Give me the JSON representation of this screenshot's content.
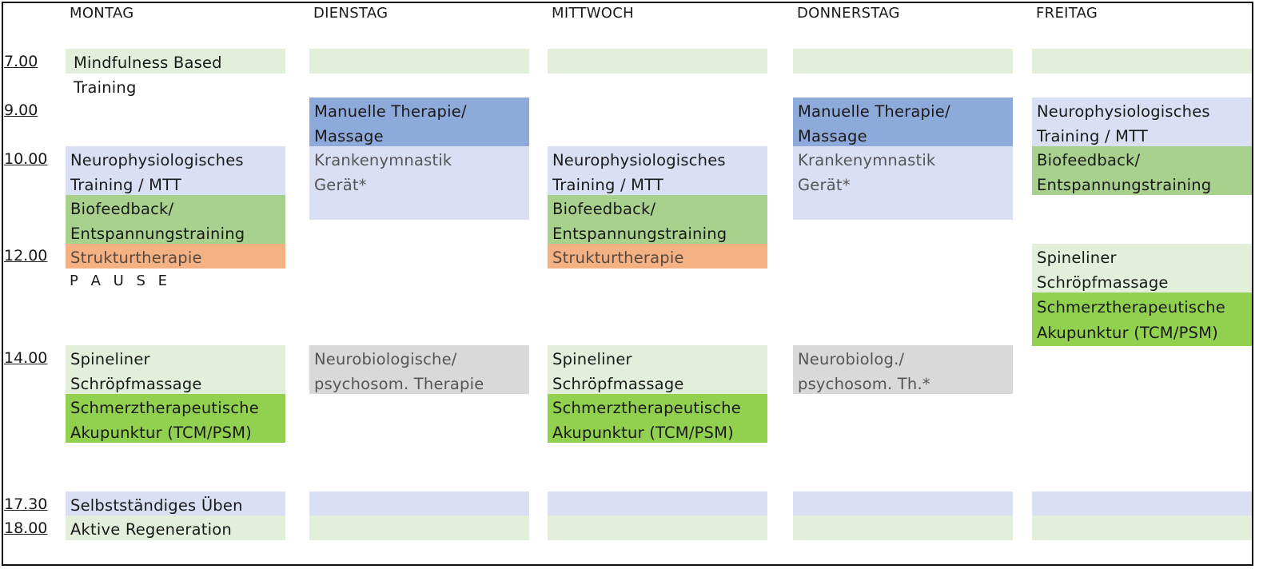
{
  "days": [
    "MONTAG",
    "DIENSTAG",
    "MITTWOCH",
    "DONNERSTAG",
    "FREITAG"
  ],
  "times": [
    "7.00",
    "9.00",
    "10.00",
    "12.00",
    "14.00",
    "17.30",
    "18.00"
  ],
  "pause_label": "P A U S E",
  "activities": {
    "mbt": "Mindfulness Based Training",
    "manuelle_1": "Manuelle Therapie/",
    "manuelle_2": "Massage",
    "neuro_training_1": "Neurophysiologisches",
    "neuro_training_2": "Training / MTT",
    "kg_1": "Krankenymnastik",
    "kg_2": "Gerät*",
    "bio_1": "Biofeedback/",
    "bio_2": "Entspannungstraining",
    "struktur": "Strukturtherapie",
    "spine_1": "Spineliner",
    "spine_2": "Schröpfmassage",
    "akup_1": "Schmerztherapeutische",
    "akup_2": "Akupunktur (TCM/PSM)",
    "neurobio_1": "Neurobiologische/",
    "neurobio_2": "psychosom. Therapie",
    "neurobio_short_1": "Neurobiolog./",
    "neurobio_short_2": "psychosom. Th.*",
    "selbst": "Selbstständiges Üben",
    "aktive": "Aktive Regeneration"
  },
  "colors": {
    "light_green": "#e2efda",
    "light_blue": "#dae0f3",
    "medium_blue": "#8eaadb",
    "green": "#a9d18e",
    "bright_green": "#92d050",
    "orange": "#f4b183",
    "gray": "#d9d9d9"
  }
}
